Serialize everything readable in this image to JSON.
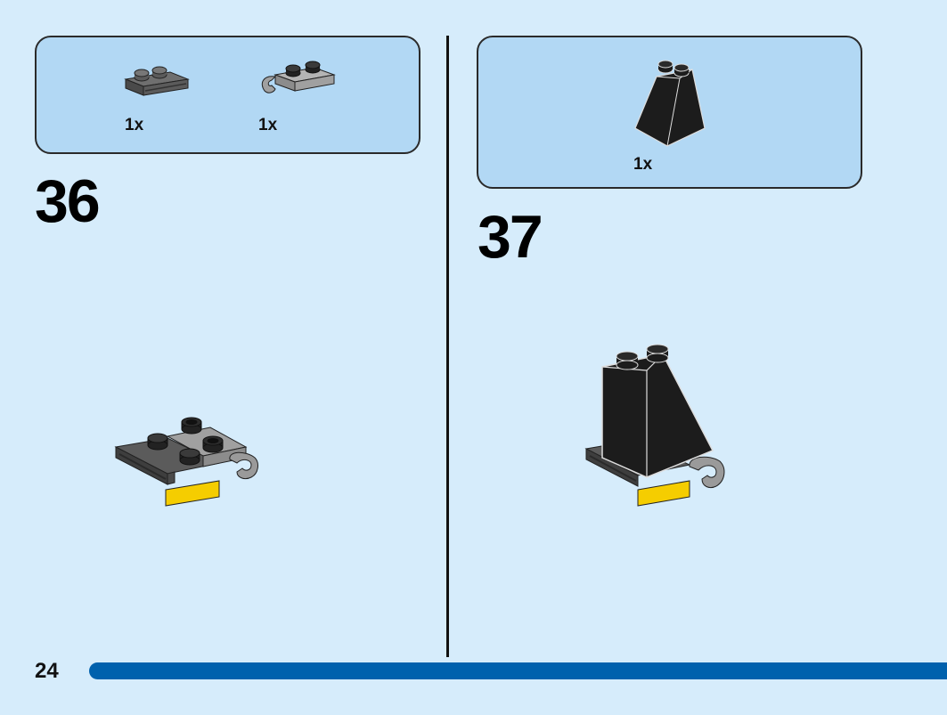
{
  "page": {
    "number": "24"
  },
  "progress": {
    "fraction": 1.0,
    "color": "#0061ad"
  },
  "steps": [
    {
      "number": "36",
      "parts": [
        {
          "name": "plate-1x2-with-rail",
          "qty": "1x",
          "color": "#5b5b5b"
        },
        {
          "name": "plate-1x2-with-clip",
          "qty": "1x",
          "color": "#a0a0a0"
        }
      ]
    },
    {
      "number": "37",
      "parts": [
        {
          "name": "slope-2x1x2-black",
          "qty": "1x",
          "color": "#1c1c1c"
        }
      ]
    }
  ],
  "colors": {
    "background": "#d6ecfb",
    "parts_box": "#b2d8f4",
    "brick_black": "#1c1c1c",
    "brick_dark_gray": "#5b5b5b",
    "brick_light_gray": "#a0a0a0",
    "brick_yellow": "#f5cd00"
  }
}
